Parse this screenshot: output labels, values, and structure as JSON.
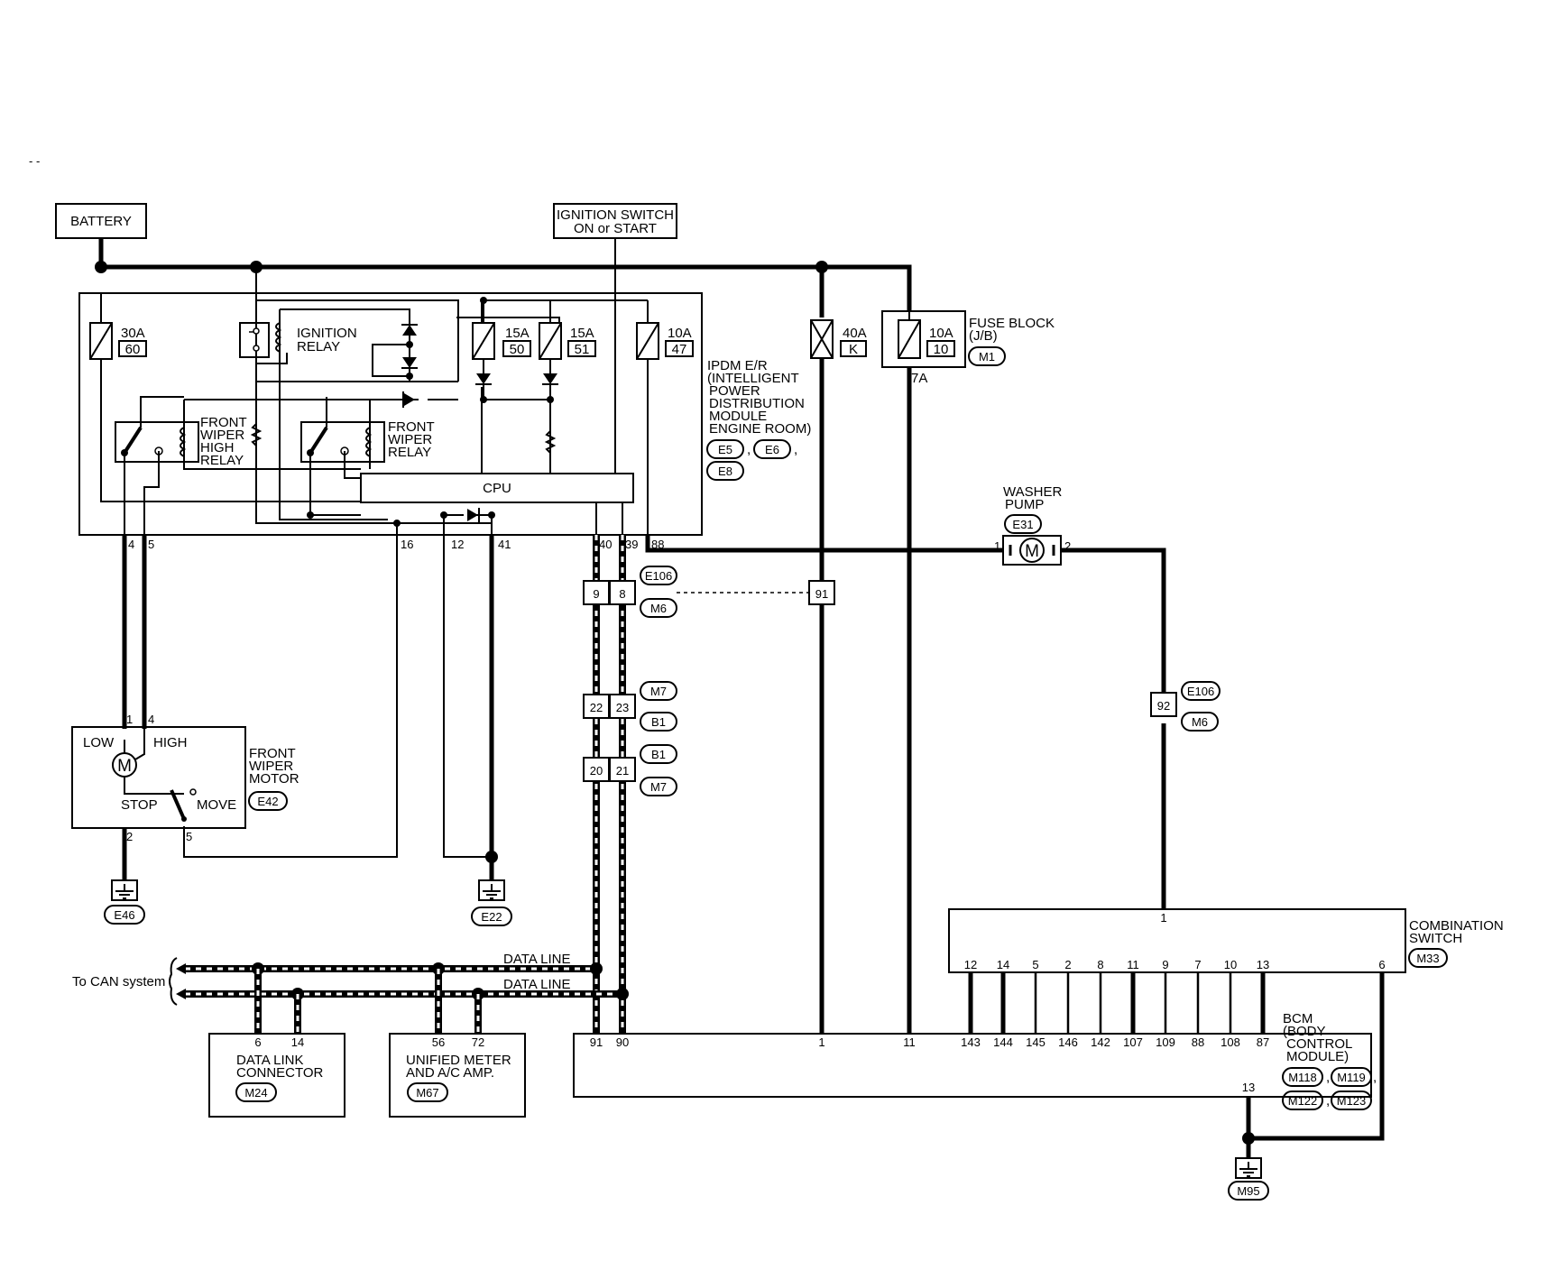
{
  "labels": {
    "dashes": "- -",
    "battery": "BATTERY",
    "ign_line1": "IGNITION SWITCH",
    "ign_line2": "ON or START",
    "ign_relay_1": "IGNITION",
    "ign_relay_2": "RELAY",
    "fwh_1": "FRONT",
    "fwh_2": "WIPER",
    "fwh_3": "HIGH",
    "fwh_4": "RELAY",
    "fw_1": "FRONT",
    "fw_2": "WIPER",
    "fw_3": "RELAY",
    "cpu": "CPU",
    "ipdm_1": "IPDM E/R",
    "ipdm_2": "(INTELLIGENT",
    "ipdm_3": "POWER",
    "ipdm_4": "DISTRIBUTION",
    "ipdm_5": "MODULE",
    "ipdm_6": "ENGINE ROOM)",
    "fuse_block_1": "FUSE BLOCK",
    "fuse_block_2": "(J/B)",
    "washer_1": "WASHER",
    "washer_2": "PUMP",
    "motor_low": "LOW",
    "motor_high": "HIGH",
    "motor_stop": "STOP",
    "motor_move": "MOVE",
    "fwm_1": "FRONT",
    "fwm_2": "WIPER",
    "fwm_3": "MOTOR",
    "motor_m": "M",
    "data_line_1": "DATA LINE",
    "data_line_2": "DATA LINE",
    "to_can": "To CAN system",
    "dlc_1": "DATA LINK",
    "dlc_2": "CONNECTOR",
    "meter_1": "UNIFIED METER",
    "meter_2": "AND A/C AMP.",
    "comb_1": "COMBINATION",
    "comb_2": "SWITCH",
    "bcm_1": "BCM",
    "bcm_2": "(BODY",
    "bcm_3": "CONTROL",
    "bcm_4": "MODULE)",
    "comma1": ",",
    "comma2": ",",
    "comma3": ",",
    "comma4": ",",
    "comma5": ","
  },
  "fuses": {
    "f30": {
      "amp": "30A",
      "num": "60"
    },
    "f15a": {
      "amp": "15A",
      "num": "50"
    },
    "f15b": {
      "amp": "15A",
      "num": "51"
    },
    "f10a": {
      "amp": "10A",
      "num": "47"
    },
    "f40": {
      "amp": "40A",
      "num": "K"
    },
    "f10b": {
      "amp": "10A",
      "num": "10"
    },
    "f7a": "7A"
  },
  "connectors": {
    "m1": "M1",
    "e5": "E5",
    "e6": "E6",
    "e8": "E8",
    "e31": "E31",
    "e106a": "E106",
    "m6a": "M6",
    "m7a": "M7",
    "b1a": "B1",
    "b1b": "B1",
    "m7b": "M7",
    "e106b": "E106",
    "m6b": "M6",
    "e42": "E42",
    "e46": "E46",
    "e22": "E22",
    "m24": "M24",
    "m67": "M67",
    "m33": "M33",
    "m118": "M118",
    "m119": "M119",
    "m122": "M122",
    "m123": "M123",
    "m95": "M95"
  },
  "pins": {
    "ipdm_4": "4",
    "ipdm_5": "5",
    "ipdm_16": "16",
    "ipdm_12": "12",
    "ipdm_41": "41",
    "ipdm_40": "40",
    "ipdm_39": "39",
    "ipdm_88": "88",
    "motor_1": "1",
    "motor_4": "4",
    "motor_2": "2",
    "motor_5": "5",
    "j9": "9",
    "j8": "8",
    "j91": "91",
    "j22": "22",
    "j23": "23",
    "j20": "20",
    "j21": "21",
    "j92": "92",
    "wp_1": "1",
    "wp_2": "2",
    "dlc_6": "6",
    "dlc_14": "14",
    "meter_56": "56",
    "meter_72": "72",
    "bcm_91": "91",
    "bcm_90": "90",
    "bcm_1": "1",
    "bcm_11": "11",
    "bcm_13": "13",
    "comb_1": "1",
    "comb_6": "6"
  },
  "comb_pins": [
    "12",
    "14",
    "5",
    "2",
    "8",
    "11",
    "9",
    "7",
    "10",
    "13"
  ],
  "bcm_pins": [
    "143",
    "144",
    "145",
    "146",
    "142",
    "107",
    "109",
    "88",
    "108",
    "87"
  ]
}
